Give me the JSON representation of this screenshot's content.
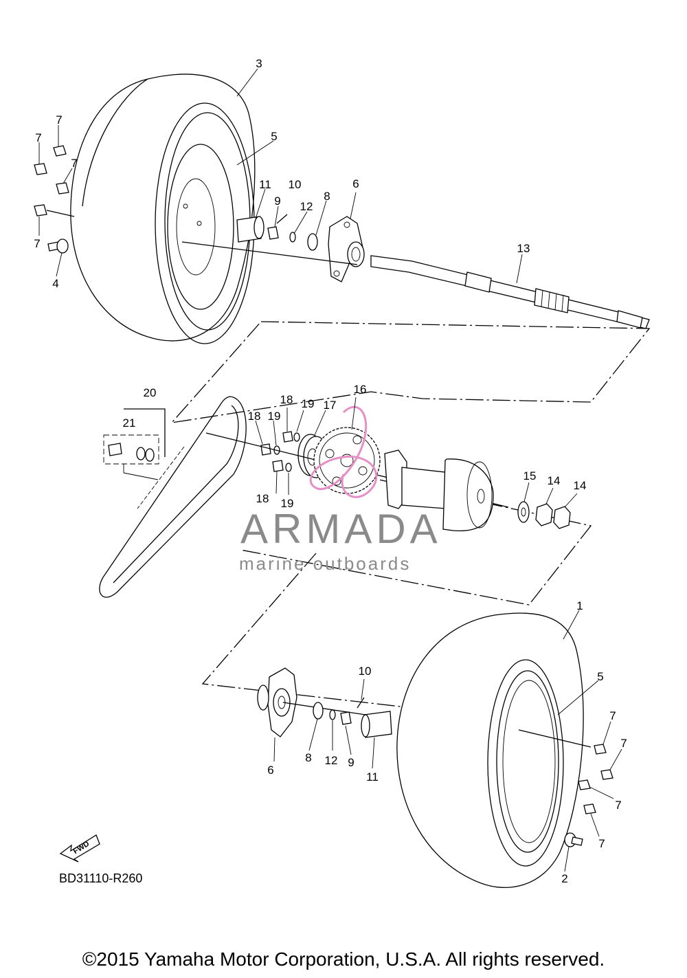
{
  "reference_code": "BD31110-R260",
  "copyright": "©2015 Yamaha Motor Corporation, U.S.A. All rights reserved.",
  "fwd_label": "FWD",
  "watermark": {
    "title": "ARMADA",
    "subtitle": "marine outboards",
    "accent_color": "#e58fc6",
    "text_color": "#8a8a8a"
  },
  "labels": {
    "n1": "1",
    "n2": "2",
    "n3": "3",
    "n4": "4",
    "n5": "5",
    "n6": "6",
    "n7": "7",
    "n8": "8",
    "n9": "9",
    "n10": "10",
    "n11": "11",
    "n12": "12",
    "n13": "13",
    "n14": "14",
    "n15": "15",
    "n16": "16",
    "n17": "17",
    "n18": "18",
    "n19": "19",
    "n20": "20",
    "n21": "21"
  }
}
